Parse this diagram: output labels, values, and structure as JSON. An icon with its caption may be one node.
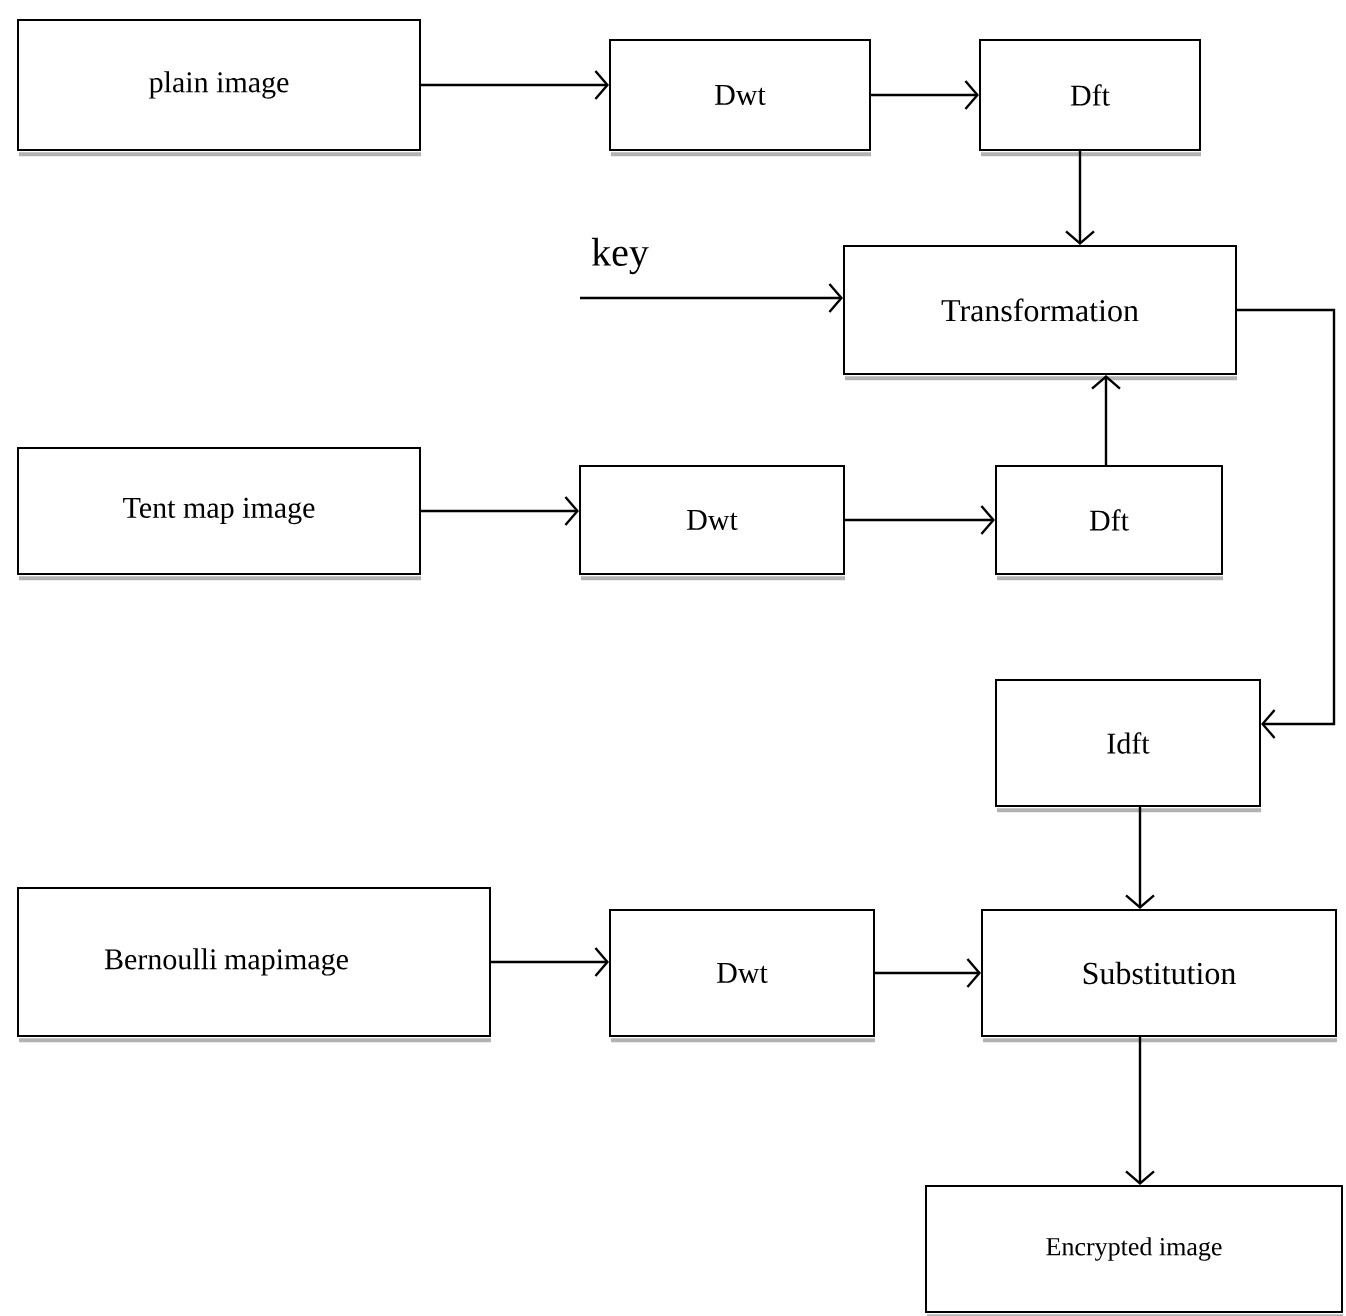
{
  "diagram": {
    "nodes": [
      {
        "text": [
          "plain image"
        ]
      },
      {
        "text": [
          "Dwt"
        ]
      },
      {
        "text": [
          "Dft"
        ]
      },
      {
        "text": [
          "Transformation"
        ]
      },
      {
        "text": [
          "Tent map image"
        ]
      },
      {
        "text": [
          "Dwt"
        ]
      },
      {
        "text": [
          "Dft"
        ]
      },
      {
        "text": [
          "Idft"
        ]
      },
      {
        "text": [
          "Bernoulli mapimage"
        ]
      },
      {
        "text": [
          "Dwt"
        ]
      },
      {
        "text": [
          "Substitution"
        ]
      },
      {
        "text": [
          "Encrypted image"
        ]
      }
    ],
    "edges": [
      {
        "from": 0,
        "to": 1,
        "arrow": "to"
      },
      {
        "from": 1,
        "to": 2,
        "arrow": "to"
      },
      {
        "from": 2,
        "to": 3,
        "arrow": "to"
      },
      {
        "from": null,
        "to": 3,
        "arrow": "to"
      },
      {
        "from": 6,
        "to": 3,
        "arrow": "to"
      },
      {
        "from": 4,
        "to": 5,
        "arrow": "to"
      },
      {
        "from": 5,
        "to": 6,
        "arrow": "to"
      },
      {
        "from": 3,
        "to": 7,
        "arrow": "to"
      },
      {
        "from": 7,
        "to": 10,
        "arrow": "to"
      },
      {
        "from": 8,
        "to": 9,
        "arrow": "to"
      },
      {
        "from": 9,
        "to": 10,
        "arrow": "to"
      },
      {
        "from": 10,
        "to": 11,
        "arrow": "to"
      }
    ],
    "labels": [
      "key"
    ]
  }
}
